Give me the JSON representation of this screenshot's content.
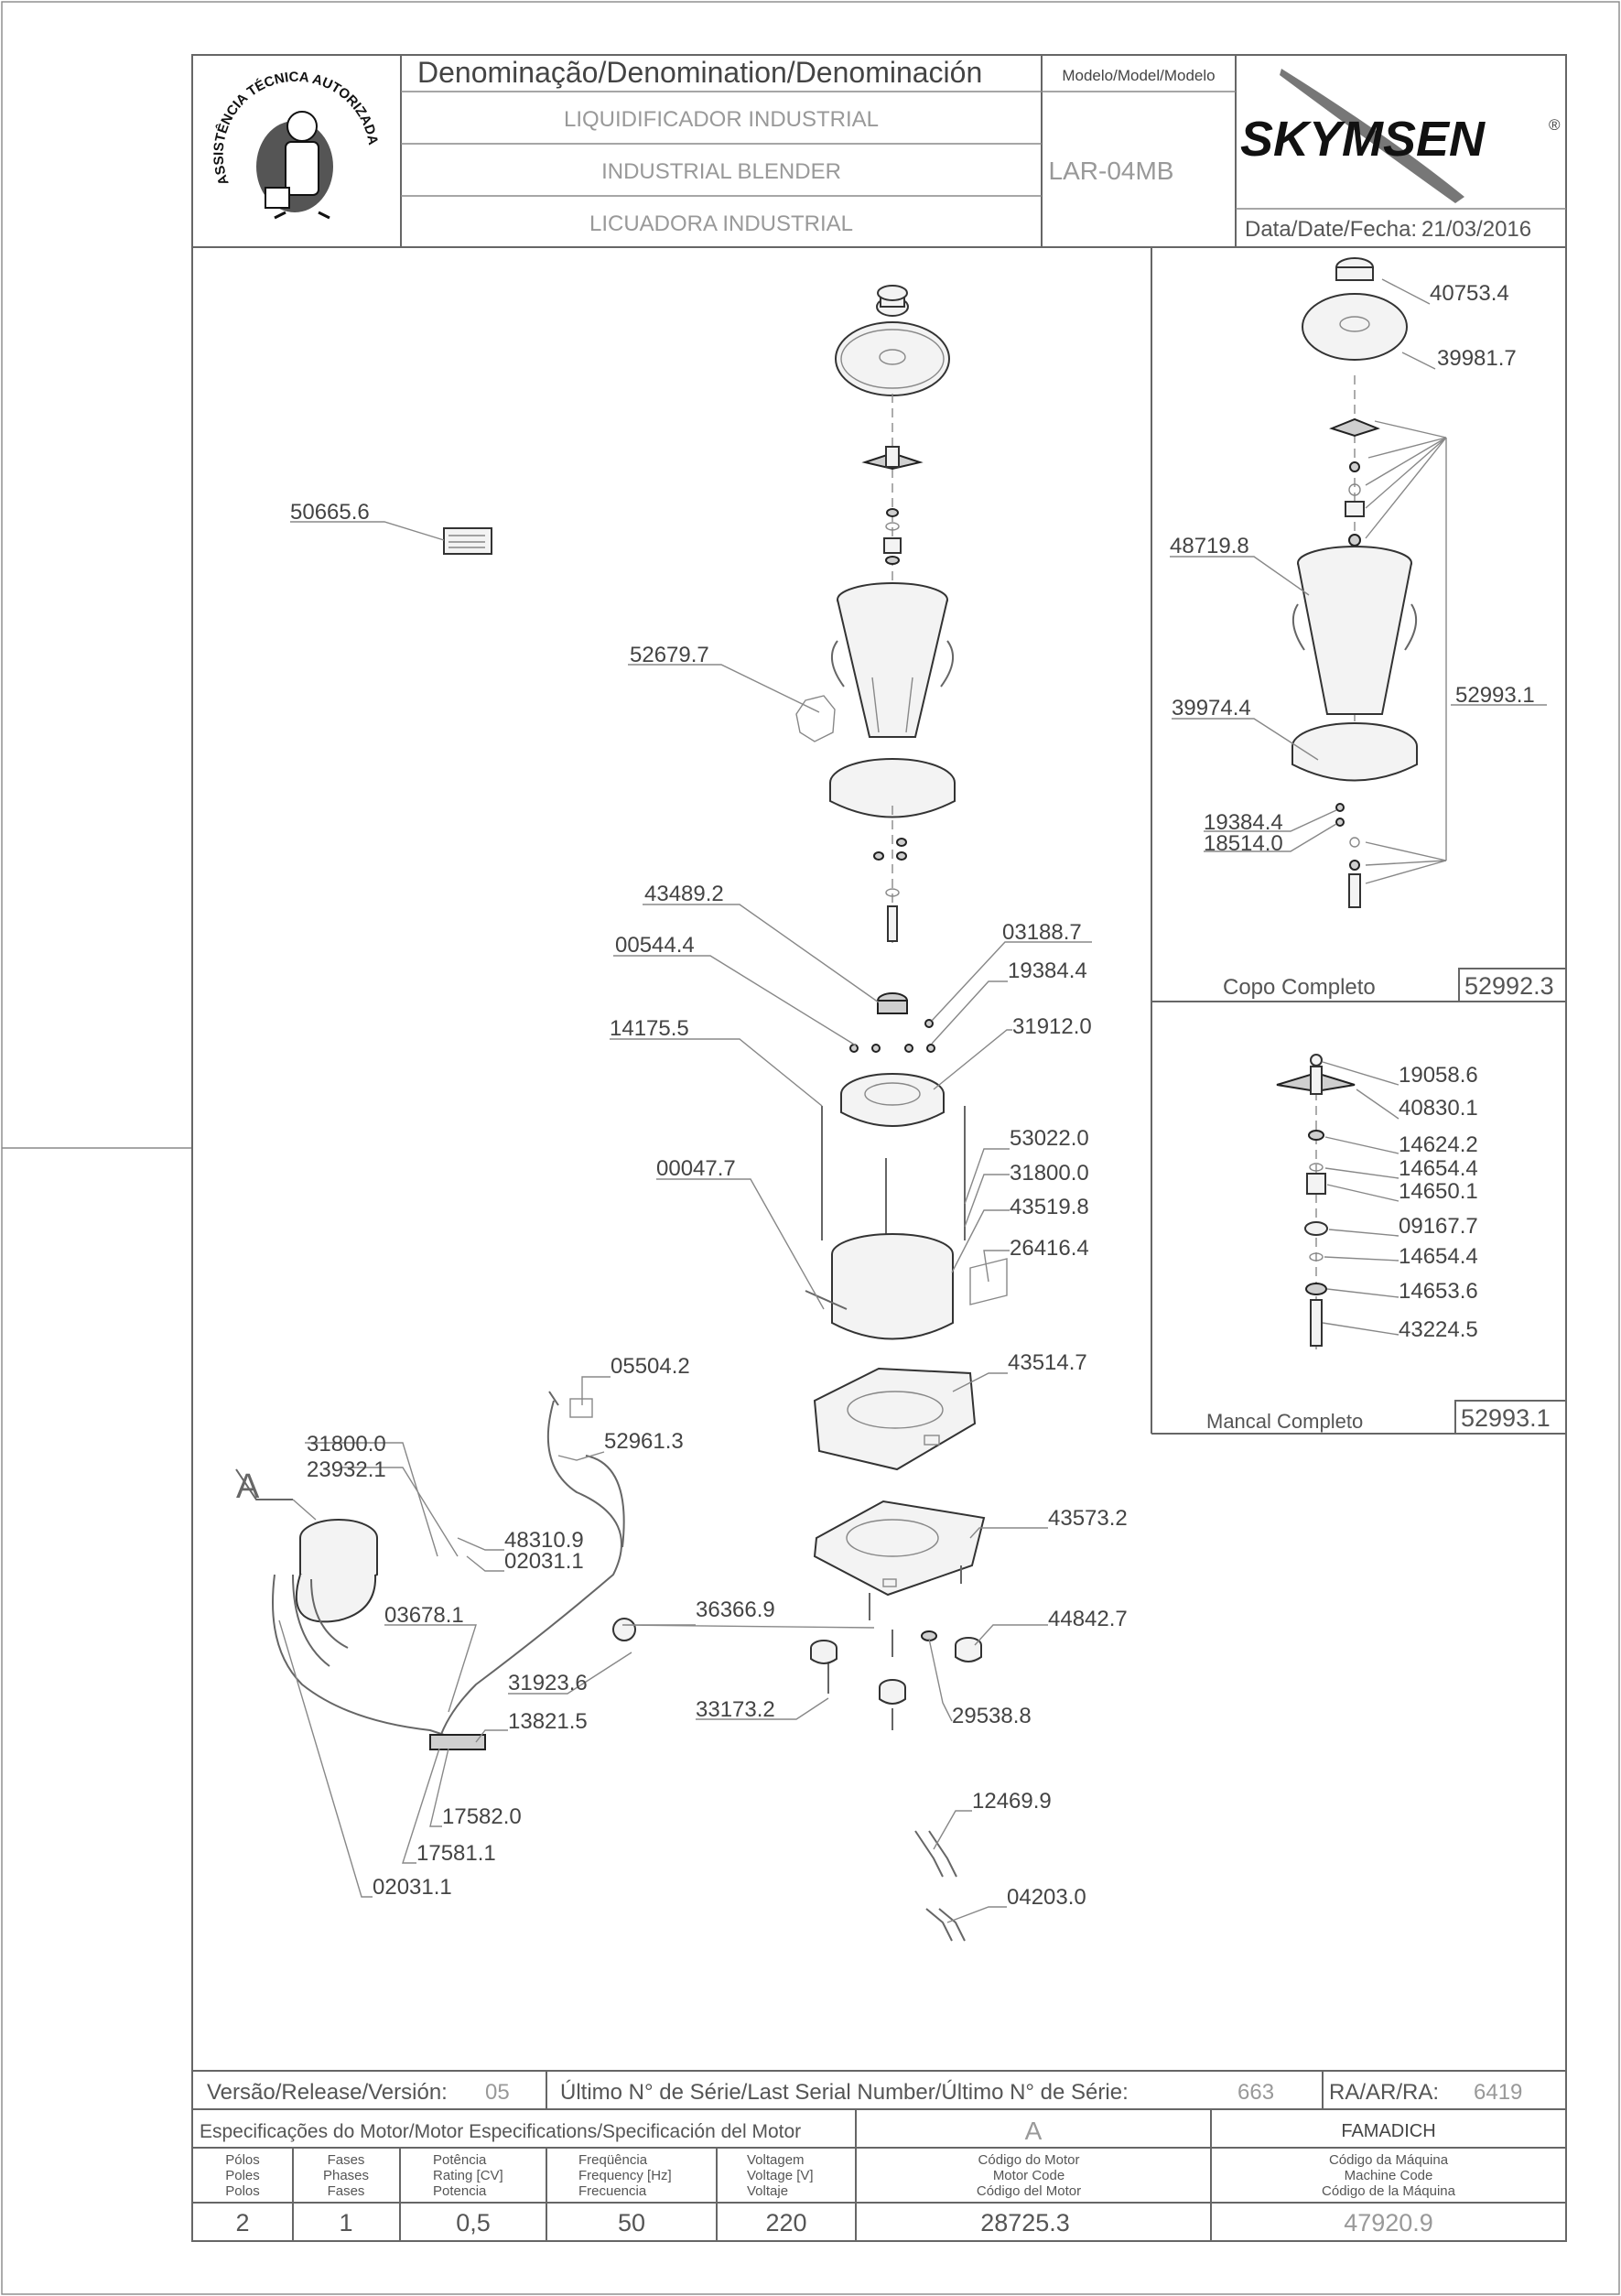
{
  "title_block": {
    "denomination_header": "Denominação/Denomination/Denominación",
    "name_pt": "LIQUIDIFICADOR INDUSTRIAL",
    "name_en": "INDUSTRIAL BLENDER",
    "name_es": "LICUADORA INDUSTRIAL",
    "model_header": "Modelo/Model/Modelo",
    "model": "LAR-04MB",
    "brand": "SKYMSEN",
    "brand_mark": "®",
    "date_label": "Data/Date/Fecha:",
    "date": "21/03/2016",
    "seal_text": "ASSISTÊNCIA TÉCNICA AUTORIZADA"
  },
  "main_parts": [
    {
      "code": "50665.6"
    },
    {
      "code": "52679.7"
    },
    {
      "code": "43489.2"
    },
    {
      "code": "00544.4"
    },
    {
      "code": "03188.7"
    },
    {
      "code": "19384.4"
    },
    {
      "code": "14175.5"
    },
    {
      "code": "31912.0"
    },
    {
      "code": "53022.0"
    },
    {
      "code": "00047.7"
    },
    {
      "code": "31800.0"
    },
    {
      "code": "43519.8"
    },
    {
      "code": "26416.4"
    },
    {
      "code": "05504.2"
    },
    {
      "code": "52961.3"
    },
    {
      "code": "43514.7"
    },
    {
      "code": "31800.0"
    },
    {
      "code": "23932.1"
    },
    {
      "code": "48310.9"
    },
    {
      "code": "02031.1"
    },
    {
      "code": "43573.2"
    },
    {
      "code": "03678.1"
    },
    {
      "code": "36366.9"
    },
    {
      "code": "44842.7"
    },
    {
      "code": "31923.6"
    },
    {
      "code": "13821.5"
    },
    {
      "code": "33173.2"
    },
    {
      "code": "29538.8"
    },
    {
      "code": "12469.9"
    },
    {
      "code": "17582.0"
    },
    {
      "code": "17581.1"
    },
    {
      "code": "02031.1"
    },
    {
      "code": "04203.0"
    }
  ],
  "detail_marker": "A",
  "copo": {
    "title": "Copo Completo",
    "code": "52992.3",
    "parts": [
      {
        "code": "40753.4"
      },
      {
        "code": "39981.7"
      },
      {
        "code": "48719.8"
      },
      {
        "code": "39974.4"
      },
      {
        "code": "52993.1"
      },
      {
        "code": "19384.4"
      },
      {
        "code": "18514.0"
      }
    ]
  },
  "mancal": {
    "title": "Mancal Completo",
    "code": "52993.1",
    "parts": [
      {
        "code": "19058.6"
      },
      {
        "code": "40830.1"
      },
      {
        "code": "14624.2"
      },
      {
        "code": "14654.4"
      },
      {
        "code": "14650.1"
      },
      {
        "code": "09167.7"
      },
      {
        "code": "14654.4"
      },
      {
        "code": "14653.6"
      },
      {
        "code": "43224.5"
      }
    ]
  },
  "footer": {
    "release_label": "Versão/Release/Versión:",
    "release": "05",
    "serial_label": "Último N° de Série/Last Serial Number/Último N° de Série:",
    "serial": "663",
    "ra_label": "RA/AR/RA:",
    "ra": "6419",
    "motor_spec_label": "Especificações do Motor/Motor Especifications/Specificación del Motor",
    "motor_variant": "A",
    "manufacturer": "FAMADICH",
    "columns": [
      {
        "pt": "Pólos",
        "en": "Poles",
        "es": "Polos",
        "value": "2"
      },
      {
        "pt": "Fases",
        "en": "Phases",
        "es": "Fases",
        "value": "1"
      },
      {
        "pt": "Potência",
        "en": "Rating [CV]",
        "es": "Potencia",
        "value": "0,5"
      },
      {
        "pt": "Freqüência",
        "en": "Frequency [Hz]",
        "es": "Frecuencia",
        "value": "50"
      },
      {
        "pt": "Voltagem",
        "en": "Voltage [V]",
        "es": "Voltaje",
        "value": "220"
      },
      {
        "pt": "Código do Motor",
        "en": "Motor Code",
        "es": "Código del Motor",
        "value": "28725.3"
      },
      {
        "pt": "Código da Máquina",
        "en": "Machine Code",
        "es": "Código de la Máquina",
        "value": "47920.9"
      }
    ]
  }
}
